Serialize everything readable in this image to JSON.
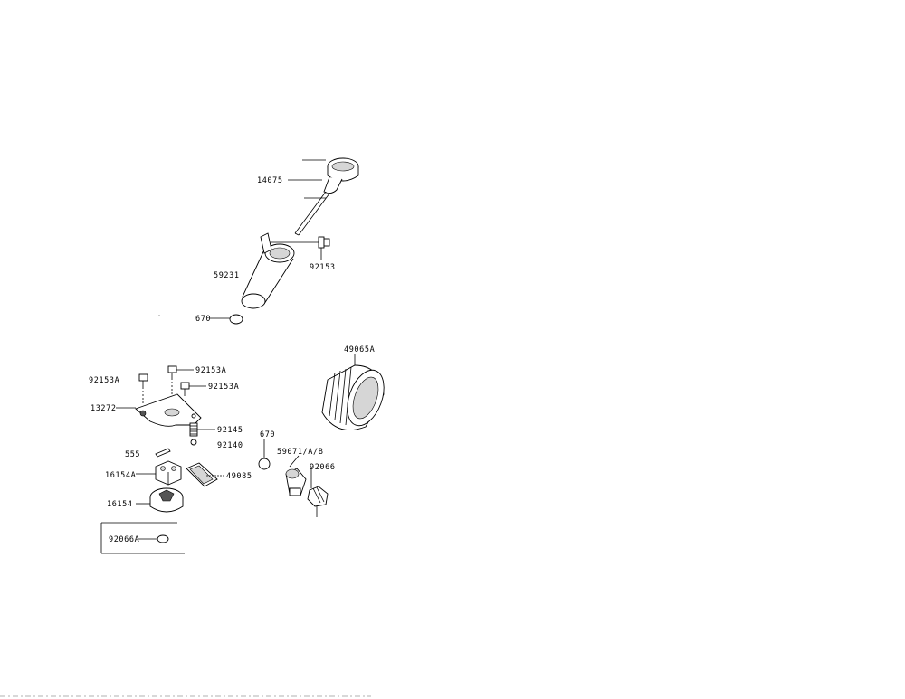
{
  "diagram": {
    "labels": {
      "dipstick": "14075",
      "filler_tube": "59231",
      "tube_bolt": "92153",
      "tube_oring": "670",
      "oil_filter": "49065A",
      "bolt_left": "92153A",
      "bolt_top": "92153A",
      "bolt_right": "92153A",
      "plate": "13272",
      "spring": "92145",
      "ball": "92140",
      "pin": "555",
      "pump_body": "16154A",
      "pump_rotor": "16154",
      "screen": "49085",
      "union_oring": "670",
      "union_fitting": "59071/A/B",
      "drain_plug": "92066",
      "box_part": "92066A"
    }
  }
}
